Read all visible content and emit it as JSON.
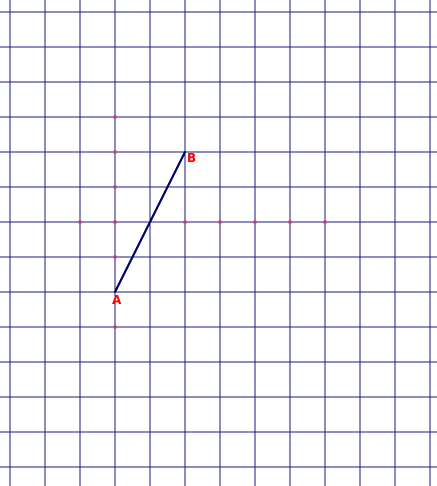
{
  "colors": {
    "grid": "#1a1a80",
    "segment": "#000066",
    "dots": "#cc3366",
    "labels": "#ff0000",
    "background": "#ffffff"
  },
  "grid": {
    "visible": true,
    "columns": 13,
    "rows": 14
  },
  "segment": {
    "from": "A",
    "to": "B"
  },
  "points": [
    {
      "name": "A",
      "label": "A",
      "gx": 3,
      "gy": 8
    },
    {
      "name": "B",
      "label": "B",
      "gx": 5,
      "gy": 4
    }
  ],
  "lattice_dots": [
    {
      "gx": 3,
      "gy": 3
    },
    {
      "gx": 3,
      "gy": 4
    },
    {
      "gx": 3,
      "gy": 5
    },
    {
      "gx": 2,
      "gy": 6
    },
    {
      "gx": 3,
      "gy": 6
    },
    {
      "gx": 5,
      "gy": 6
    },
    {
      "gx": 6,
      "gy": 6
    },
    {
      "gx": 7,
      "gy": 6
    },
    {
      "gx": 8,
      "gy": 6
    },
    {
      "gx": 9,
      "gy": 6
    },
    {
      "gx": 3,
      "gy": 7
    },
    {
      "gx": 3,
      "gy": 9
    }
  ]
}
